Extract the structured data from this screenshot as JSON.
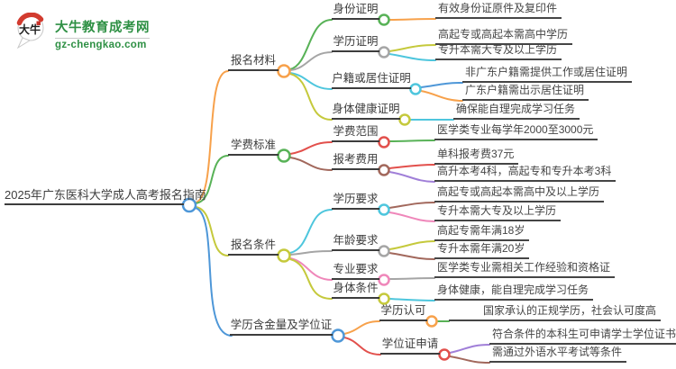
{
  "logo": {
    "badge": "大牛",
    "title": "大牛教育成考网",
    "domain": "gz-chengkao.com"
  },
  "palette": {
    "orange": "#f7a14b",
    "green": "#58b257",
    "gray": "#a5a5a5",
    "cyan": "#4ec6dd",
    "olive": "#c5c93c",
    "red": "#e2504c",
    "brown": "#a2685c",
    "pink": "#ef87ba",
    "purple": "#a07fd8",
    "blue": "#4e97d8",
    "logo_green": "#2e9044"
  },
  "map": {
    "root": "2025年广东医科大学成人高考报名指南",
    "branches": [
      {
        "label": "报名材料",
        "children": [
          {
            "label": "身份证明",
            "leaves": [
              "有效身份证原件及复印件"
            ]
          },
          {
            "label": "学历证明",
            "leaves": [
              "高起专或高起本需高中学历",
              "专升本需大专及以上学历"
            ]
          },
          {
            "label": "户籍或居住证明",
            "leaves": [
              "非广东户籍需提供工作或居住证明",
              "广东户籍需出示居住证明"
            ]
          },
          {
            "label": "身体健康证明",
            "leaves": [
              "确保能自理完成学习任务"
            ]
          }
        ]
      },
      {
        "label": "学费标准",
        "children": [
          {
            "label": "学费范围",
            "leaves": [
              "医学类专业每学年2000至3000元"
            ]
          },
          {
            "label": "报考费用",
            "leaves": [
              "单科报考费37元",
              "高升本考4科，高起专和专升本考3科"
            ]
          }
        ]
      },
      {
        "label": "报名条件",
        "children": [
          {
            "label": "学历要求",
            "leaves": [
              "高起专或高起本需高中及以上学历",
              "专升本需大专及以上学历"
            ]
          },
          {
            "label": "年龄要求",
            "leaves": [
              "高起专需年满18岁",
              "专升本需年满20岁"
            ]
          },
          {
            "label": "专业要求",
            "leaves": [
              "医学类专业需相关工作经验和资格证"
            ]
          },
          {
            "label": "身体条件",
            "leaves": [
              "身体健康，能自理完成学习任务"
            ]
          }
        ]
      },
      {
        "label": "学历含金量及学位证",
        "children": [
          {
            "label": "学历认可",
            "leaves": [
              "国家承认的正规学历，社会认可度高"
            ]
          },
          {
            "label": "学位证申请",
            "leaves": [
              "符合条件的本科生可申请学士学位证书",
              "需通过外语水平考试等条件"
            ]
          }
        ]
      }
    ]
  }
}
